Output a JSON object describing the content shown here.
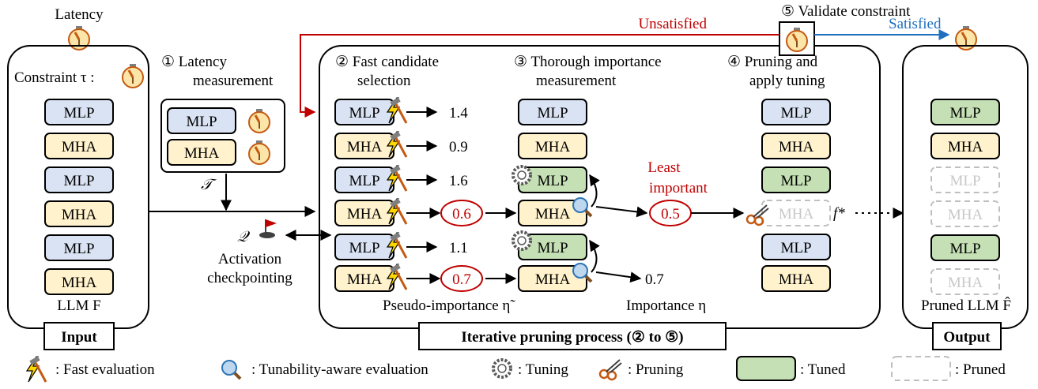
{
  "colors": {
    "mlp_fill": "#dae3f3",
    "mha_fill": "#fff2cc",
    "tuned_fill": "#c5e0b4",
    "pruned_stroke": "#bfbfbf",
    "unsatisfied": "#c00000",
    "satisfied": "#1f6fbf",
    "clock_face": "#fbe5a9",
    "clock_hand": "#c55a11"
  },
  "input": {
    "latency_label": "Latency",
    "constraint_label": "Constraint τ :",
    "blocks": [
      "MLP",
      "MHA",
      "MLP",
      "MHA",
      "MLP",
      "MHA"
    ],
    "model_label": "LLM F",
    "box_label": "Input"
  },
  "step1": {
    "title": "① Latency",
    "title2": "measurement",
    "blocks": [
      "MLP",
      "MHA"
    ],
    "lookup_symbol": "𝒯"
  },
  "checkpoint": {
    "symbol": "𝒬",
    "label1": "Activation",
    "label2": "checkpointing"
  },
  "process": {
    "box_label": "Iterative pruning process (② to ⑤)",
    "step2": {
      "title1": "② Fast candidate",
      "title2": "selection",
      "blocks": [
        "MLP",
        "MHA",
        "MLP",
        "MHA",
        "MLP",
        "MHA"
      ],
      "scores": [
        "1.4",
        "0.9",
        "1.6",
        "0.6",
        "1.1",
        "0.7"
      ],
      "caption": "Pseudo-importance η̃"
    },
    "step3": {
      "title1": "③ Thorough importance",
      "title2": "measurement",
      "blocks": [
        "MLP",
        "MHA",
        "MLP",
        "MHA",
        "MLP",
        "MHA"
      ],
      "scores": [
        "0.5",
        "0.7"
      ],
      "least_label1": "Least",
      "least_label2": "important",
      "caption": "Importance η"
    },
    "step4": {
      "title1": "④ Pruning and",
      "title2": "apply tuning",
      "blocks": [
        "MLP",
        "MHA",
        "MLP",
        "MHA",
        "MLP",
        "MHA"
      ],
      "f_star": "f*"
    }
  },
  "step5": {
    "title": "⑤ Validate constraint",
    "unsatisfied": "Unsatisfied",
    "satisfied": "Satisfied"
  },
  "output": {
    "blocks": [
      "MLP",
      "MHA",
      "MLP",
      "MHA",
      "MLP",
      "MHA"
    ],
    "model_label": "Pruned LLM F̂",
    "box_label": "Output"
  },
  "legend": {
    "fast": ": Fast evaluation",
    "tunability": ": Tunability-aware evaluation",
    "tuning": ": Tuning",
    "pruning": ": Pruning",
    "tuned": ": Tuned",
    "pruned": ": Pruned"
  }
}
